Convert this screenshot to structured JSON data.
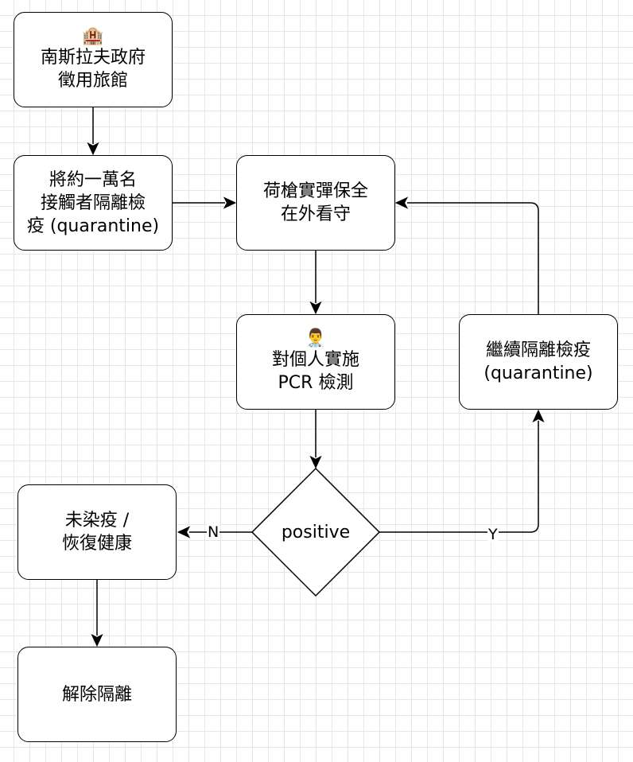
{
  "nodes": {
    "hotel": {
      "icon": "🏨",
      "line1": "南斯拉夫政府",
      "line2": "徵用旅館"
    },
    "isolate": {
      "line1": "將約一萬名",
      "line2": "接觸者隔離檢",
      "line3": "疫 (quarantine)"
    },
    "guard": {
      "line1": "荷槍實彈保全",
      "line2": "在外看守"
    },
    "pcr": {
      "icon": "👨‍⚕️",
      "line1": "對個人實施",
      "line2": "PCR 檢測"
    },
    "continue": {
      "line1": "繼續隔離檢疫",
      "line2": "(quarantine)"
    },
    "decision": {
      "label": "positive"
    },
    "healthy": {
      "line1": "未染疫 /",
      "line2": "恢復健康"
    },
    "release": {
      "label": "解除隔離"
    }
  },
  "edges": {
    "no_label": "N",
    "yes_label": "Y"
  },
  "colors": {
    "stroke": "#000000",
    "fill": "#ffffff",
    "grid": "#e6e6e6"
  }
}
